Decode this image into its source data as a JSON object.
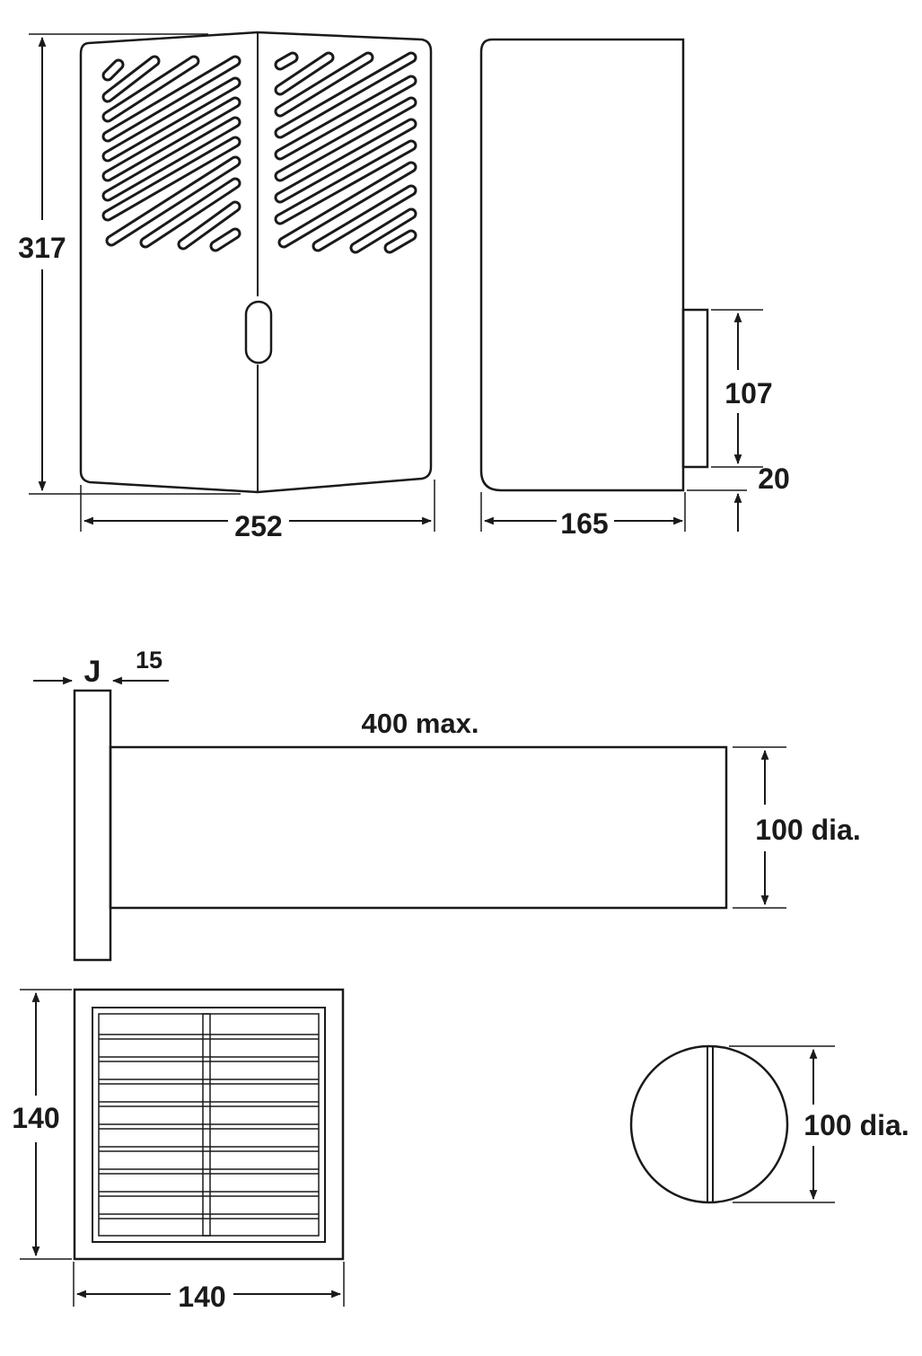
{
  "dimensions": {
    "front_height": "317",
    "front_width": "252",
    "side_width": "165",
    "spigot_height": "107",
    "spigot_offset": "20",
    "flange_label": "J",
    "flange_thickness": "15",
    "duct_length": "400 max.",
    "duct_diameter": "100 dia.",
    "grille_height": "140",
    "grille_width": "140",
    "cap_diameter": "100 dia."
  },
  "colors": {
    "line": "#1a1a1a",
    "background": "#ffffff"
  }
}
